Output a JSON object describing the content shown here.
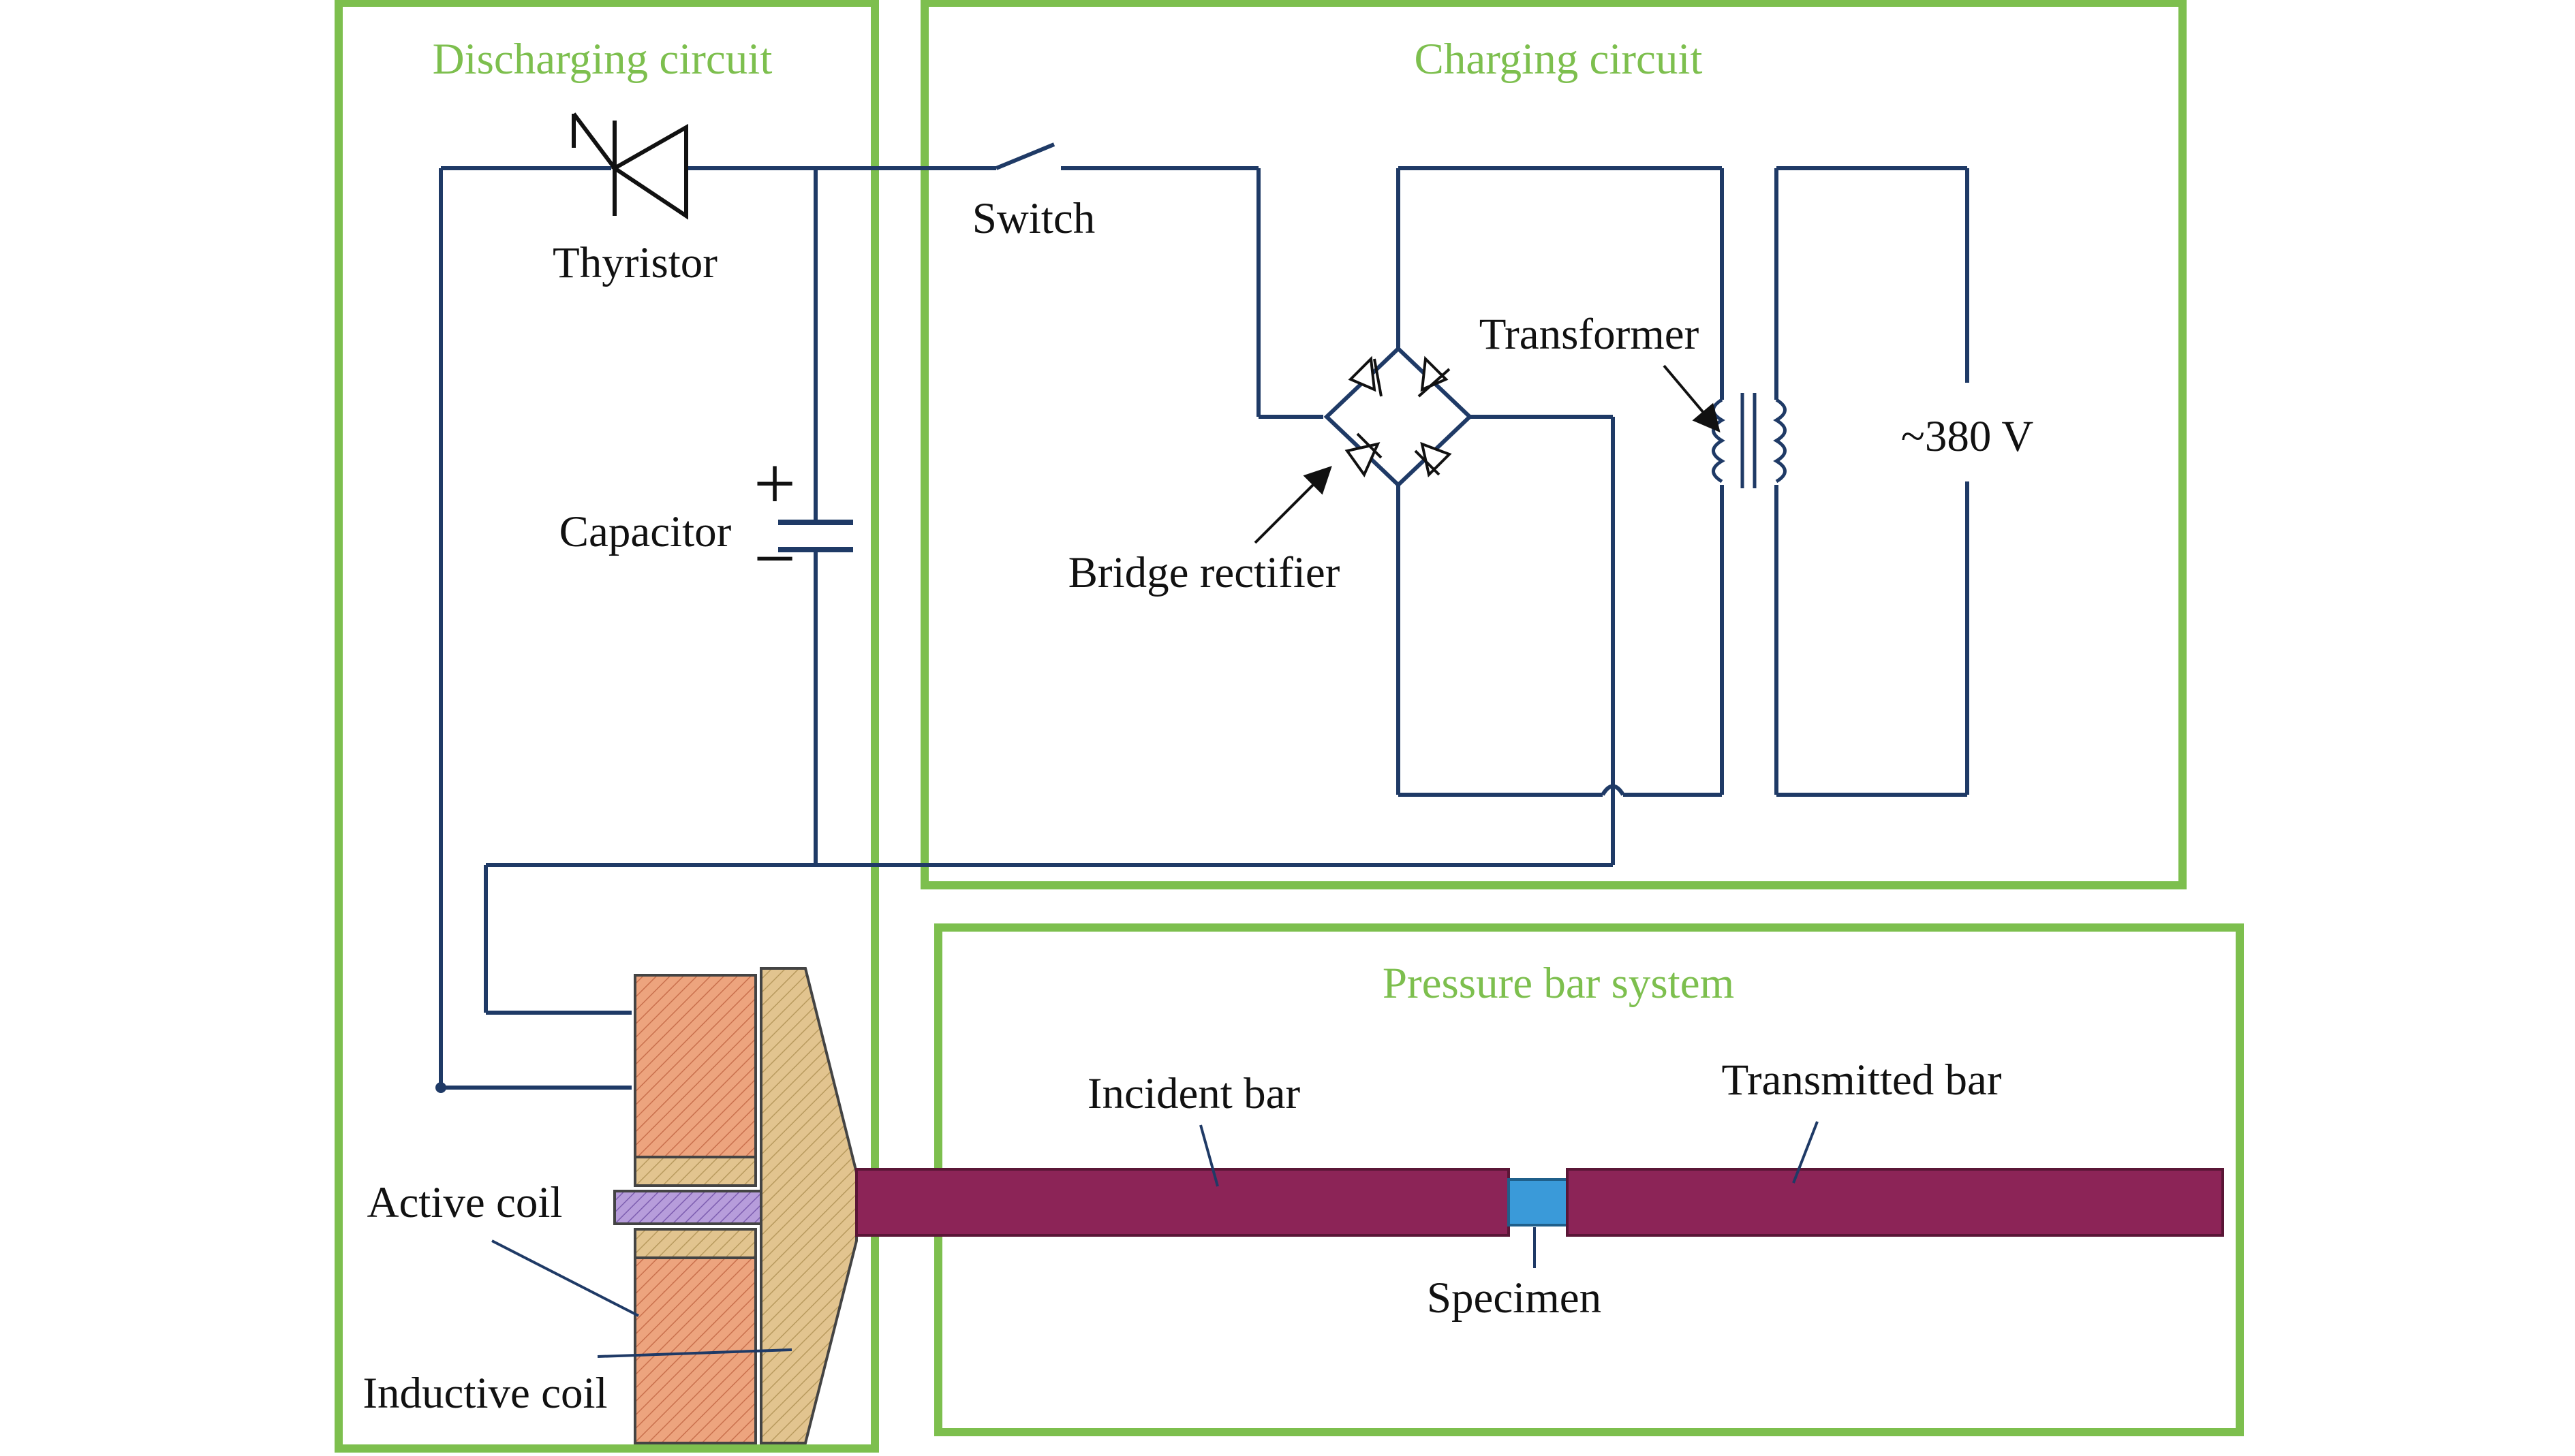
{
  "sections": {
    "discharging": "Discharging circuit",
    "charging": "Charging circuit",
    "pressure_bar": "Pressure bar system"
  },
  "labels": {
    "thyristor": "Thyristor",
    "switch": "Switch",
    "transformer": "Transformer",
    "voltage": "~380 V",
    "capacitor": "Capacitor",
    "bridge_rectifier": "Bridge rectifier",
    "incident_bar": "Incident bar",
    "transmitted_bar": "Transmitted bar",
    "specimen": "Specimen",
    "active_coil": "Active coil",
    "inductive_coil": "Inductive coil"
  },
  "symbols": {
    "plus": "+",
    "minus": "−"
  },
  "colors": {
    "section_box": "#7dbf4e",
    "section_title": "#7dbf4e",
    "wire": "#1f3a66",
    "bar": "#8c2457",
    "specimen": "#3a9ad9",
    "coil": "#e8a07a",
    "disc": "#ddc08a",
    "insulator": "#b39ad6"
  }
}
